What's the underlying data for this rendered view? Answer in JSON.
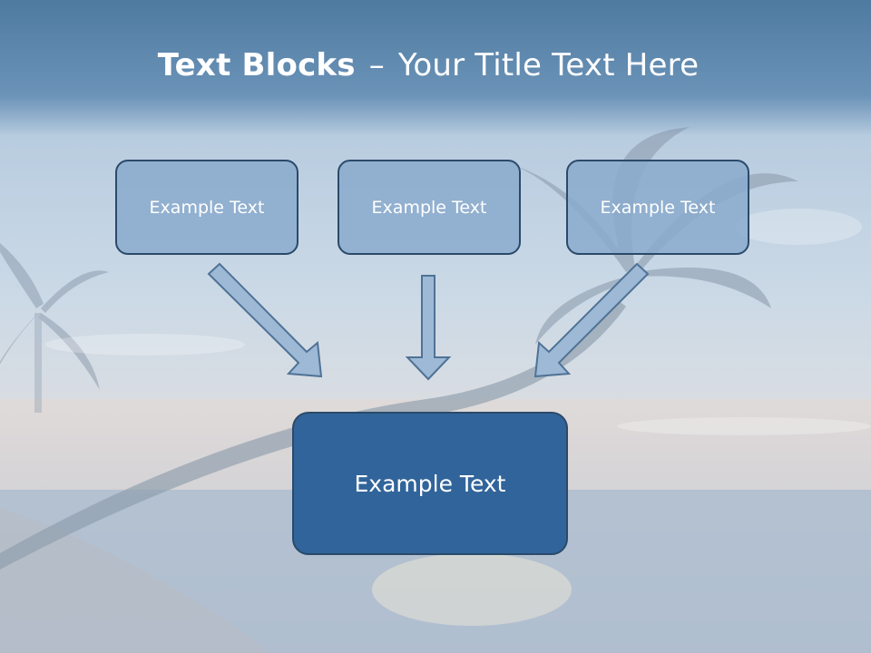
{
  "title": {
    "bold": "Text Blocks",
    "dash": "–",
    "rest": "Your Title Text Here"
  },
  "blocks": [
    {
      "label": "Example Text"
    },
    {
      "label": "Example Text"
    },
    {
      "label": "Example Text"
    }
  ],
  "target_block": {
    "label": "Example Text"
  },
  "colors": {
    "title_band": "#5a84ab",
    "small_box_fill": "#8aaacc",
    "big_box_fill": "#31649a",
    "box_border": "#2b4a6a",
    "arrow_fill": "#9db9d6",
    "arrow_stroke": "#4f7296"
  }
}
